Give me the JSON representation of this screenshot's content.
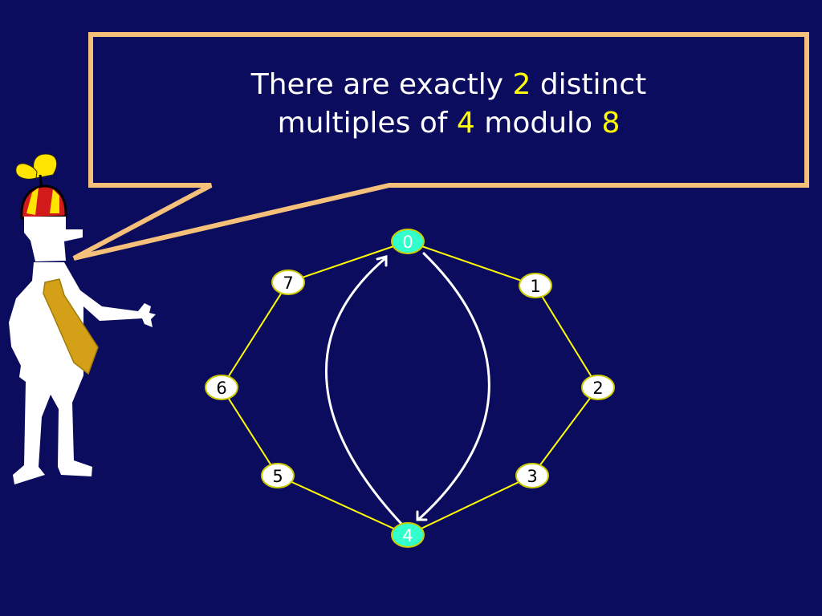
{
  "caption": {
    "line1_a": "There are exactly ",
    "line1_n": "2",
    "line1_b": " distinct",
    "line2_a": "multiples of ",
    "line2_n": "4",
    "line2_b": " modulo ",
    "line2_m": "8"
  },
  "ring": {
    "nodes": [
      {
        "label": "0",
        "highlight": true
      },
      {
        "label": "1",
        "highlight": false
      },
      {
        "label": "2",
        "highlight": false
      },
      {
        "label": "3",
        "highlight": false
      },
      {
        "label": "4",
        "highlight": true
      },
      {
        "label": "5",
        "highlight": false
      },
      {
        "label": "6",
        "highlight": false
      },
      {
        "label": "7",
        "highlight": false
      }
    ],
    "arrows": [
      {
        "from": "4",
        "to": "0"
      },
      {
        "from": "0",
        "to": "4"
      }
    ]
  },
  "colors": {
    "background": "#0c0c5e",
    "bubble_border": "#f5c07a",
    "ring_edge": "#ffff00",
    "node_fill": "#ffffff",
    "node_highlight_fill": "#33ffcc",
    "node_stroke": "#cccc00",
    "caption_text": "#ffffff",
    "caption_highlight": "#ffff00",
    "arrow": "#ffffff"
  }
}
